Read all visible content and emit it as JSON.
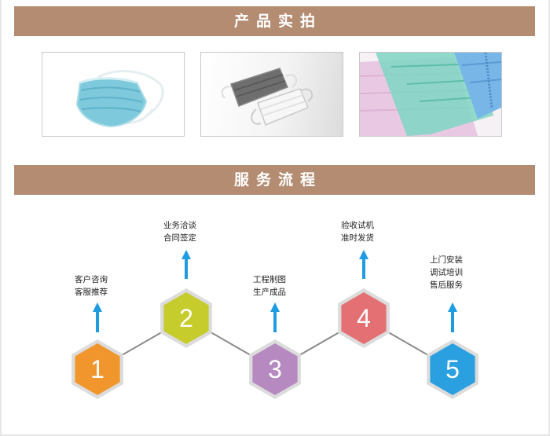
{
  "sections": {
    "products_title": "产品实拍",
    "process_title": "服务流程"
  },
  "photos": [
    {
      "icon": "blue-face-mask-photo"
    },
    {
      "icon": "gray-and-white-face-masks-photo"
    },
    {
      "icon": "stacked-colored-masks-photo"
    }
  ],
  "steps": [
    {
      "number": "1",
      "color": "#f0962d",
      "lines": [
        "客户咨询",
        "客服推荐"
      ]
    },
    {
      "number": "2",
      "color": "#c6cc2c",
      "lines": [
        "业务洽谈",
        "合同签定"
      ]
    },
    {
      "number": "3",
      "color": "#b68ac0",
      "lines": [
        "工程制图",
        "生产成品"
      ]
    },
    {
      "number": "4",
      "color": "#e57074",
      "lines": [
        "验收试机",
        "准时发货"
      ]
    },
    {
      "number": "5",
      "color": "#2aa0e0",
      "lines": [
        "上门安装",
        "调试培训",
        "售后服务"
      ]
    }
  ],
  "colors": {
    "banner": "#b48c72",
    "arrow": "#1f9be0",
    "hex_border": "#dcdcdc",
    "connector": "#8a8a8a"
  }
}
